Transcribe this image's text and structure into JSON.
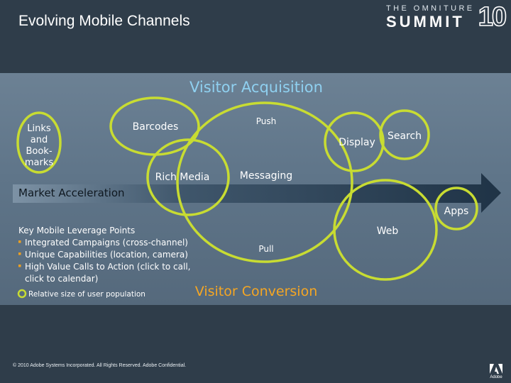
{
  "slide": {
    "title": "Evolving Mobile Channels",
    "footer": "© 2010 Adobe Systems Incorporated.  All Rights Reserved.  Adobe Confidential."
  },
  "logo": {
    "line1": "THE OMNITURE",
    "line2": "SUMMIT",
    "number": "10",
    "adobe": "Adobe"
  },
  "diagram": {
    "top_heading": "Visitor Acquisition",
    "bottom_heading": "Visitor Conversion",
    "arrow_label": "Market Acceleration",
    "circles": {
      "links_line1": "Links",
      "links_line2": "and",
      "links_line3": "Book-",
      "links_line4": "marks",
      "barcodes": "Barcodes",
      "rich_media": "Rich Media",
      "push": "Push",
      "messaging": "Messaging",
      "pull": "Pull",
      "display": "Display",
      "search": "Search",
      "apps": "Apps",
      "web": "Web"
    },
    "leverage": {
      "heading": "Key Mobile Leverage Points",
      "items": [
        "Integrated Campaigns (cross-channel)",
        "Unique Capabilities (location, camera)",
        "High Value Calls to Action (click to call,",
        "click to calendar)"
      ],
      "legend": "Relative size of user population"
    },
    "colors": {
      "circle": "#c8dc32",
      "bullet": "#f0a020",
      "acquisition": "#8fd0f0",
      "conversion": "#f5a623",
      "arrow": "#2c4256"
    }
  }
}
